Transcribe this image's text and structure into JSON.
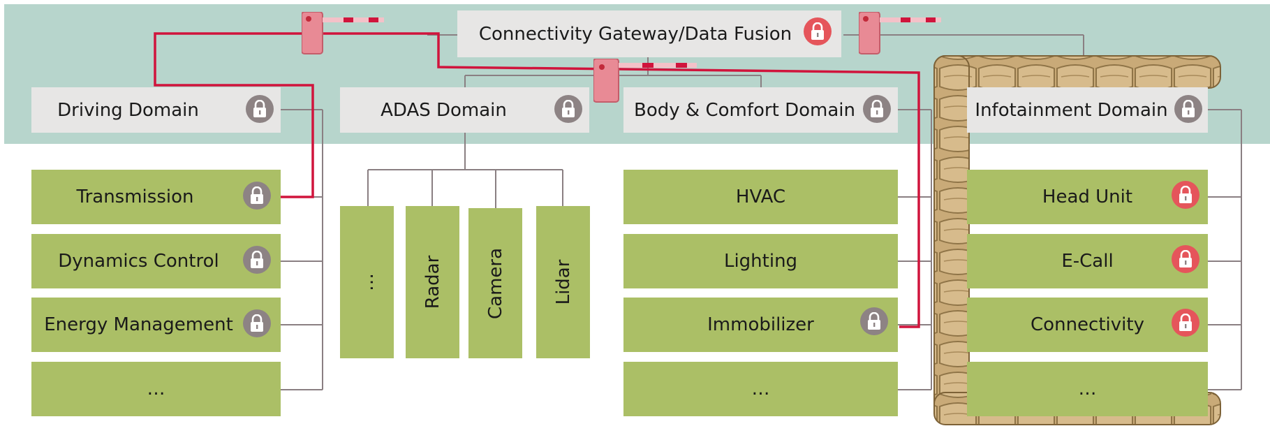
{
  "colors": {
    "band": "#b7d5cc",
    "domain_box": "#e7e6e5",
    "ecu_box": "#abbf66",
    "connector_line": "#8a7f82",
    "secure_path": "#d0143c",
    "lock_neutral": "#8d8384",
    "lock_alert": "#e5555b",
    "barrier": "#e88a95",
    "sandbag": "#c9aa78"
  },
  "gateway": {
    "label": "Connectivity Gateway/Data Fusion",
    "icon": "lock-icon-red"
  },
  "domains": {
    "driving": {
      "label": "Driving Domain",
      "icon": "lock-icon-grey"
    },
    "adas": {
      "label": "ADAS Domain",
      "icon": "lock-icon-grey"
    },
    "body": {
      "label": "Body & Comfort Domain",
      "icon": "lock-icon-grey"
    },
    "infotainment": {
      "label": "Infotainment Domain",
      "icon": "lock-icon-grey"
    }
  },
  "driving_ecus": [
    {
      "label": "Transmission",
      "icon": "lock-icon-grey"
    },
    {
      "label": "Dynamics Control",
      "icon": "lock-icon-grey"
    },
    {
      "label": "Energy Management",
      "icon": "lock-icon-grey"
    },
    {
      "label": "…"
    }
  ],
  "adas_sensors": [
    {
      "label": "…"
    },
    {
      "label": "Radar"
    },
    {
      "label": "Camera"
    },
    {
      "label": "Lidar"
    }
  ],
  "body_ecus": [
    {
      "label": "HVAC"
    },
    {
      "label": "Lighting"
    },
    {
      "label": "Immobilizer",
      "icon": "lock-icon-grey"
    },
    {
      "label": "…"
    }
  ],
  "infotainment_ecus": [
    {
      "label": "Head Unit",
      "icon": "lock-icon-red"
    },
    {
      "label": "E-Call",
      "icon": "lock-icon-red"
    },
    {
      "label": "Connectivity",
      "icon": "lock-icon-red"
    },
    {
      "label": "…"
    }
  ],
  "decorations": {
    "barriers": [
      "barrier-gate-icon",
      "barrier-gate-icon",
      "barrier-gate-icon"
    ],
    "sandbag_wall": "sandbag-wall"
  }
}
